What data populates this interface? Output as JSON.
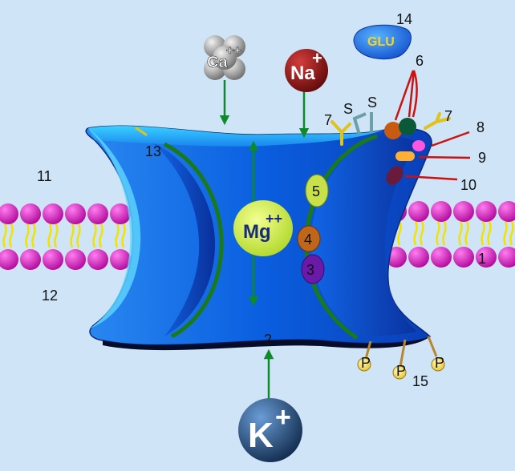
{
  "labels": {
    "n1": "1",
    "n2": "2",
    "n3": "3",
    "n4": "4",
    "n5": "5",
    "n6": "6",
    "n7a": "7",
    "n7b": "7",
    "n8": "8",
    "n9": "9",
    "n10": "10",
    "n11": "11",
    "n12": "12",
    "n13": "13",
    "n14": "14",
    "n15": "15"
  },
  "ions": {
    "ca": "Ca",
    "ca_charge": "++",
    "na": "Na",
    "na_charge": "+",
    "mg": "Mg",
    "mg_charge": "++",
    "k": "K",
    "k_charge": "+",
    "glu": "GLU"
  },
  "disulfide": {
    "s1": "S",
    "s2": "S"
  },
  "phosphate": {
    "p1": "P",
    "p2": "P",
    "p3": "P"
  },
  "colors": {
    "background": "#cfe4f7",
    "channel": "#0a5fe0",
    "lipid_head": "#d414b8",
    "lipid_tail": "#f2e200",
    "arrow": "#0d8a2a",
    "glycan": "#e1c21a",
    "pointer": "#cc1111"
  }
}
